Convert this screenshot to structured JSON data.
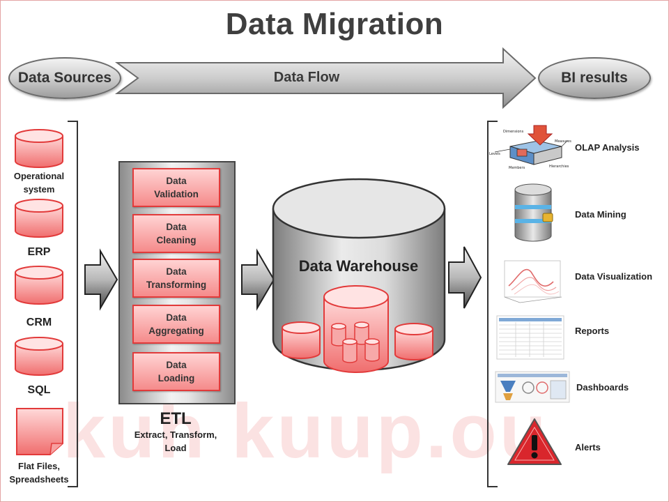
{
  "title": "Data Migration",
  "header": {
    "left_pill": "Data Sources",
    "flow_label": "Data Flow",
    "right_pill": "BI results"
  },
  "sources": [
    "Operational system",
    "ERP",
    "CRM",
    "SQL",
    "Flat Files, Spreadsheets"
  ],
  "etl": {
    "steps": [
      [
        "Data",
        "Validation"
      ],
      [
        "Data",
        "Cleaning"
      ],
      [
        "Data",
        "Transforming"
      ],
      [
        "Data",
        "Aggregating"
      ],
      [
        "Data",
        "Loading"
      ]
    ],
    "title": "ETL",
    "subtitle_line1": "Extract, Transform,",
    "subtitle_line2": "Load"
  },
  "warehouse": {
    "label": "Data Warehouse"
  },
  "bi_results": [
    {
      "label": "OLAP Analysis",
      "icon": "olap-cube-icon"
    },
    {
      "label": "Data Mining",
      "icon": "server-stack-icon"
    },
    {
      "label": "Data Visualization",
      "icon": "surface-plot-icon"
    },
    {
      "label": "Reports",
      "icon": "report-table-icon"
    },
    {
      "label": "Dashboards",
      "icon": "dashboard-icon"
    },
    {
      "label": "Alerts",
      "icon": "warning-triangle-icon"
    }
  ],
  "olap_labels": {
    "dimensions": "Dimensions",
    "measures": "Measures",
    "levels": "Levels",
    "members": "Members",
    "hierarchies": "Hierarchies"
  },
  "watermark": "kuh kuup.ou",
  "colors": {
    "accent_red": "#e23a3a",
    "red_fill": "#f58b8b",
    "grey_dark": "#444444",
    "alert_red": "#d9262c"
  }
}
